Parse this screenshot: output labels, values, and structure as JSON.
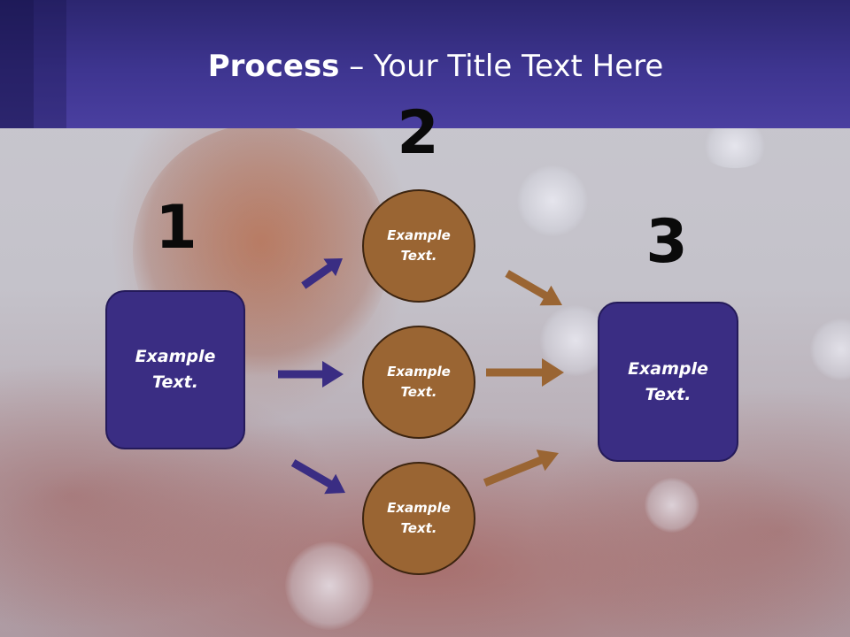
{
  "title": {
    "bold": "Process",
    "rest": " – Your Title Text Here"
  },
  "steps": {
    "one": "1",
    "two": "2",
    "three": "3"
  },
  "left_box": {
    "line1": "Example",
    "line2": "Text."
  },
  "circles": [
    {
      "line1": "Example",
      "line2": "Text."
    },
    {
      "line1": "Example",
      "line2": "Text."
    },
    {
      "line1": "Example",
      "line2": "Text."
    }
  ],
  "right_box": {
    "line1": "Example",
    "line2": "Text."
  },
  "colors": {
    "header": "#3e3590",
    "box_fill": "#3a2d83",
    "circle_fill": "#9a6533",
    "arrow_blue": "#3a2d83",
    "arrow_brown": "#9a6533"
  }
}
